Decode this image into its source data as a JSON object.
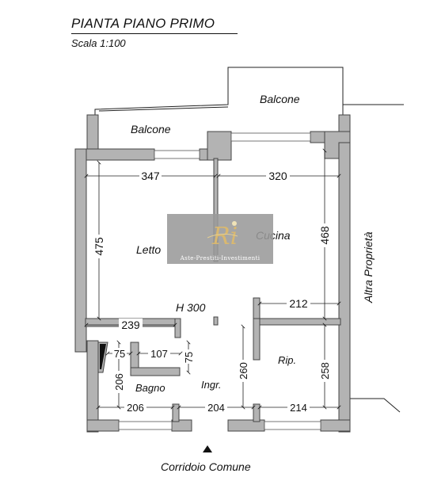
{
  "title": "PIANTA PIANO PRIMO",
  "scale": "Scala 1:100",
  "rooms": {
    "balcone_top": "Balcone",
    "balcone_left": "Balcone",
    "letto": "Letto",
    "cucina": "Cucina",
    "bagno": "Bagno",
    "ingresso": "Ingr.",
    "ripostiglio": "Rip."
  },
  "labels": {
    "height": "H 300",
    "neighbor": "Altra Proprietà",
    "corridor": "Corridoio Comune"
  },
  "dimensions": {
    "letto_width": "347",
    "cucina_width": "320",
    "letto_height": "475",
    "cucina_height": "468",
    "bagno_top": "239",
    "rip_top": "212",
    "bagno_75a": "75",
    "bagno_107": "107",
    "bagno_75b": "75",
    "bagno_206v": "206",
    "ingr_260": "260",
    "rip_258": "258",
    "bottom_206": "206",
    "bottom_204": "204",
    "bottom_214": "214"
  },
  "watermark": {
    "brand": "Aste-Prestiti-Investimenti",
    "monogram": "Ri",
    "colors": {
      "box": "#9a9a9a",
      "logo": "#d9b870"
    }
  }
}
